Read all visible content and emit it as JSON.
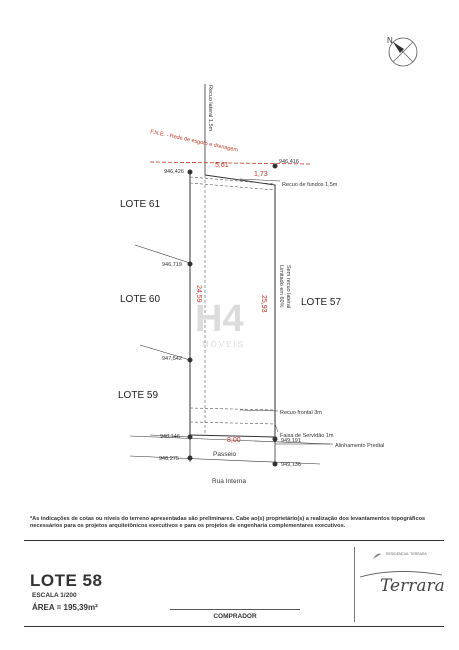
{
  "plan": {
    "network_label": "F.N.E. - Rede de esgoto e drenagem",
    "side_setback_left": "Recuo lateral 1,5m",
    "side_setback_right_1": "Sem recuo lateral",
    "side_setback_right_2": "Limitado em 60%",
    "rear_setback": "Recuo de fundos 1,5m",
    "front_setback": "Recuo frontal 3m",
    "service_strip": "Faixa de Servidão 1m",
    "property_alignment": "Alinhamento Predial",
    "sidewalk": "Passeio",
    "street": "Rua Interna",
    "lots": {
      "lot_61": "LOTE 61",
      "lot_60": "LOTE 60",
      "lot_59": "LOTE 59",
      "lot_57": "LOTE 57"
    },
    "elevations": {
      "top_left": "946,426",
      "top_right": "946,416",
      "mid_left_1": "946,719",
      "mid_left_2": "947,542",
      "bottom_left": "948,146",
      "bottom_right": "949,191",
      "street_left": "948,275",
      "street_right": "949,136"
    },
    "dimensions": {
      "rear_width": "5,61",
      "rear_offset": "1,73",
      "left_depth": "24,59",
      "right_depth": "25,93",
      "front_width": "8,00"
    },
    "north_label": "N",
    "watermark_text": "MÓVEIS"
  },
  "notes": {
    "preliminary": "*As indicações de cotas ou níveis do terreno apresentadas são preliminares. Cabe ao(s) proprietário(s) a realização dos levantamentos topográficos necessários para os projetos arquitetônicos executivos e para os projetos de engenharia complementares executivos."
  },
  "title_block": {
    "lot_title": "LOTE 58",
    "scale": "ESCALA  1/200",
    "area": "ÁREA = 195,39m²",
    "buyer_label": "COMPRADOR",
    "logo_small": "RESIDENCIAL TERRARA",
    "brand_signature": "Terrara"
  },
  "colors": {
    "red_dim": "#c0392b",
    "line": "#333333",
    "watermark": "#dcdcdc"
  }
}
